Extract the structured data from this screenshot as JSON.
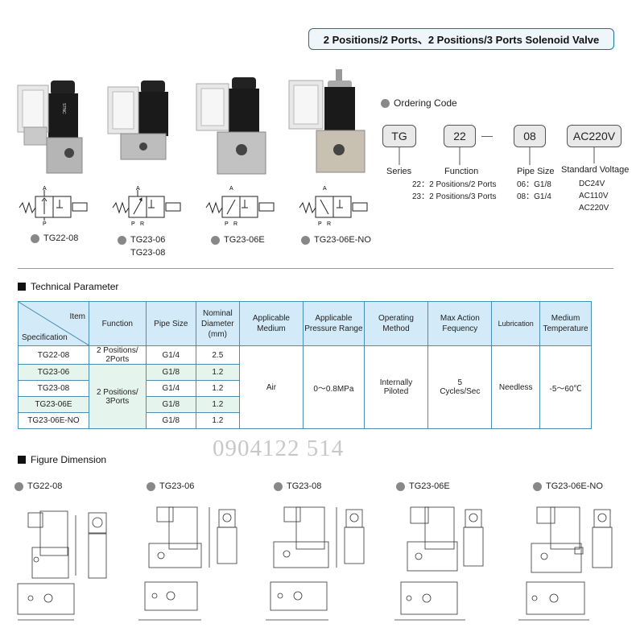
{
  "header": {
    "title": "2 Positions/2 Ports、2 Positions/3 Ports Solenoid Valve"
  },
  "products": [
    {
      "label": "TG22-08"
    },
    {
      "label": "TG23-06",
      "label2": "TG23-08"
    },
    {
      "label": "TG23-06E"
    },
    {
      "label": "TG23-06E-NO"
    }
  ],
  "symbols": {
    "port_a": "A",
    "port_p": "P",
    "port_r": "R"
  },
  "ordering": {
    "title": "Ordering Code",
    "series_code": "TG",
    "function_code": "22",
    "pipe_code": "08",
    "voltage_code": "AC220V",
    "dash": "—",
    "series_cap": "Series",
    "function_cap": "Function",
    "function_opt1": "22：2 Positions/2 Ports",
    "function_opt2": "23：2 Positions/3 Ports",
    "pipe_cap": "Pipe Size",
    "pipe_opt1": "06：G1/8",
    "pipe_opt2": "08：G1/4",
    "voltage_cap": "Standard Voltage",
    "voltage_opt1": "DC24V",
    "voltage_opt2": "AC110V",
    "voltage_opt3": "AC220V"
  },
  "tech": {
    "title": "Technical Parameter",
    "header_item": "Item",
    "header_spec": "Specification",
    "header_function": "Function",
    "header_pipe": "Pipe Size",
    "header_diam": "Nominal Diameter (mm)",
    "header_medium": "Applicable Medium",
    "header_pressure": "Applicable Pressure Range",
    "header_operating": "Operating Method",
    "header_maxaction": "Max Action Fequency",
    "header_lub": "Lubrication",
    "header_temp": "Medium Temperature",
    "func_22": "2 Positions/ 2Ports",
    "func_23": "2 Positions/ 3Ports",
    "medium": "Air",
    "pressure": "0～0.8MPa",
    "operating": "Internally Piloted",
    "maxaction": "5 Cycles/Sec",
    "lubrication": "Needless",
    "temperature": "-5～60℃",
    "rows": [
      {
        "spec": "TG22-08",
        "pipe": "G1/4",
        "diam": "2.5"
      },
      {
        "spec": "TG23-06",
        "pipe": "G1/8",
        "diam": "1.2"
      },
      {
        "spec": "TG23-08",
        "pipe": "G1/4",
        "diam": "1.2"
      },
      {
        "spec": "TG23-06E",
        "pipe": "G1/8",
        "diam": "1.2"
      },
      {
        "spec": "TG23-06E-NO",
        "pipe": "G1/8",
        "diam": "1.2"
      }
    ]
  },
  "watermark": "0904122 514",
  "figure": {
    "title": "Figure Dimension",
    "labels": [
      "TG22-08",
      "TG23-06",
      "TG23-08",
      "TG23-06E",
      "TG23-06E-NO"
    ]
  },
  "valve_brand": "STNC",
  "colors": {
    "title_border": "#1f6f9a",
    "table_border": "#4a8fb3",
    "table_header": "#d3ebf8",
    "table_alt": "#e6f4ee"
  }
}
